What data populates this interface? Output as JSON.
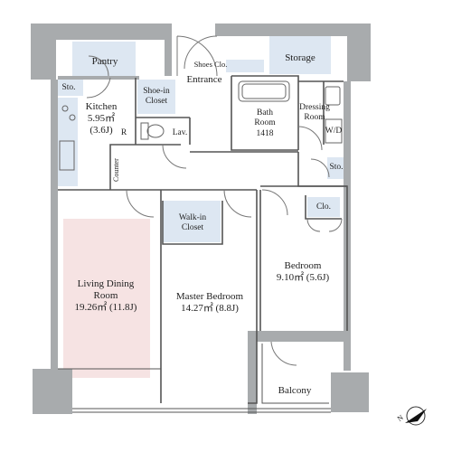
{
  "plan": {
    "colors": {
      "wall": "#a8abad",
      "lines": "#555555",
      "storage_fill": "#dde7f2",
      "ldk_fill": "#f6e3e3",
      "background": "#ffffff"
    },
    "rooms": {
      "pantry": "Pantry",
      "storage": "Storage",
      "shoes_closet": "Shoes Clo.",
      "entrance": "Entrance",
      "sto_kitchen": "Sto.",
      "kitchen_name": "Kitchen",
      "kitchen_area": "5.95㎡",
      "kitchen_jo": "(3.6J)",
      "shoe_in_1": "Shoe-in",
      "shoe_in_2": "Closet",
      "r_mark": "R",
      "lav": "Lav.",
      "bath_1": "Bath",
      "bath_2": "Room",
      "bath_3": "1418",
      "dressing_1": "Dressing",
      "dressing_2": "Room",
      "wd": "W/D",
      "counter": "Counter",
      "sto_right": "Sto.",
      "clo": "Clo.",
      "walkin_1": "Walk-in",
      "walkin_2": "Closet",
      "bedroom_name": "Bedroom",
      "bedroom_area": "9.10㎡ (5.6J)",
      "living_1": "Living Dining",
      "living_2": "Room",
      "living_area": "19.26㎡ (11.8J)",
      "master_name": "Master Bedroom",
      "master_area": "14.27㎡ (8.8J)",
      "balcony": "Balcony"
    },
    "compass_label": "N"
  }
}
